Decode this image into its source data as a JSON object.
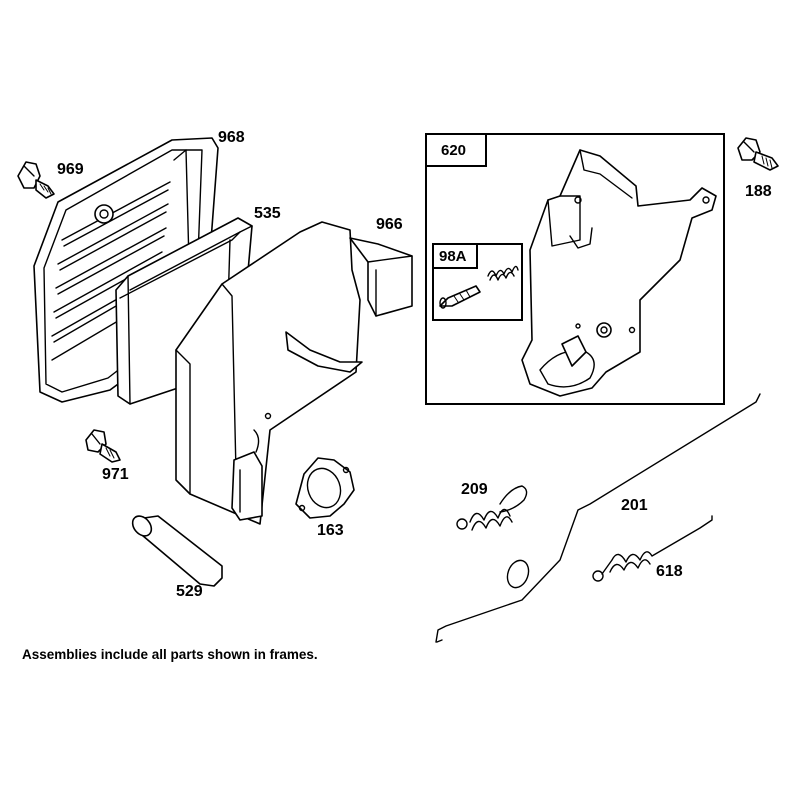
{
  "note": "Assemblies include all parts shown in frames.",
  "labels": {
    "p968": "968",
    "p969": "969",
    "p535": "535",
    "p966": "966",
    "p971": "971",
    "p163": "163",
    "p529": "529",
    "p620": "620",
    "p98a": "98A",
    "p188": "188",
    "p209": "209",
    "p201": "201",
    "p618": "618"
  }
}
